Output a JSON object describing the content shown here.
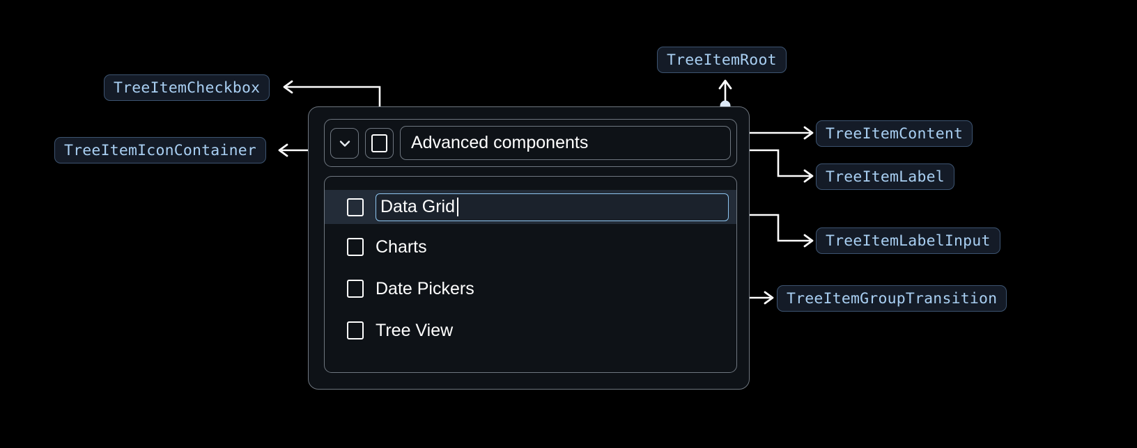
{
  "canvas": {
    "background": "#000000",
    "accent_blue": "#a9cff2",
    "chip_bg": "#141b27",
    "chip_border": "#3d5471",
    "widget_border": "#6f7780",
    "widget_bg": "#0e1217",
    "selected_row_bg": "#232c38",
    "input_border": "#8ec6f1",
    "connector_color": "#ffffff",
    "dot_color": "#dce9f7"
  },
  "annotations": [
    {
      "id": "tree-item-checkbox",
      "label": "TreeItemCheckbox"
    },
    {
      "id": "tree-item-icon-container",
      "label": "TreeItemIconContainer"
    },
    {
      "id": "tree-item-root",
      "label": "TreeItemRoot"
    },
    {
      "id": "tree-item-content",
      "label": "TreeItemContent"
    },
    {
      "id": "tree-item-label",
      "label": "TreeItemLabel"
    },
    {
      "id": "tree-item-label-input",
      "label": "TreeItemLabelInput"
    },
    {
      "id": "tree-item-group-transition",
      "label": "TreeItemGroupTransition"
    }
  ],
  "tree": {
    "icon": "chevron-down-icon",
    "checkbox": "checkbox-unchecked-icon",
    "root_label": "Advanced components",
    "children": [
      {
        "label": "Data Grid",
        "editing": true,
        "selected": true,
        "checkbox": "checkbox-unchecked-icon"
      },
      {
        "label": "Charts",
        "editing": false,
        "selected": false,
        "checkbox": "checkbox-unchecked-icon"
      },
      {
        "label": "Date Pickers",
        "editing": false,
        "selected": false,
        "checkbox": "checkbox-unchecked-icon"
      },
      {
        "label": "Tree View",
        "editing": false,
        "selected": false,
        "checkbox": "checkbox-unchecked-icon"
      }
    ]
  }
}
